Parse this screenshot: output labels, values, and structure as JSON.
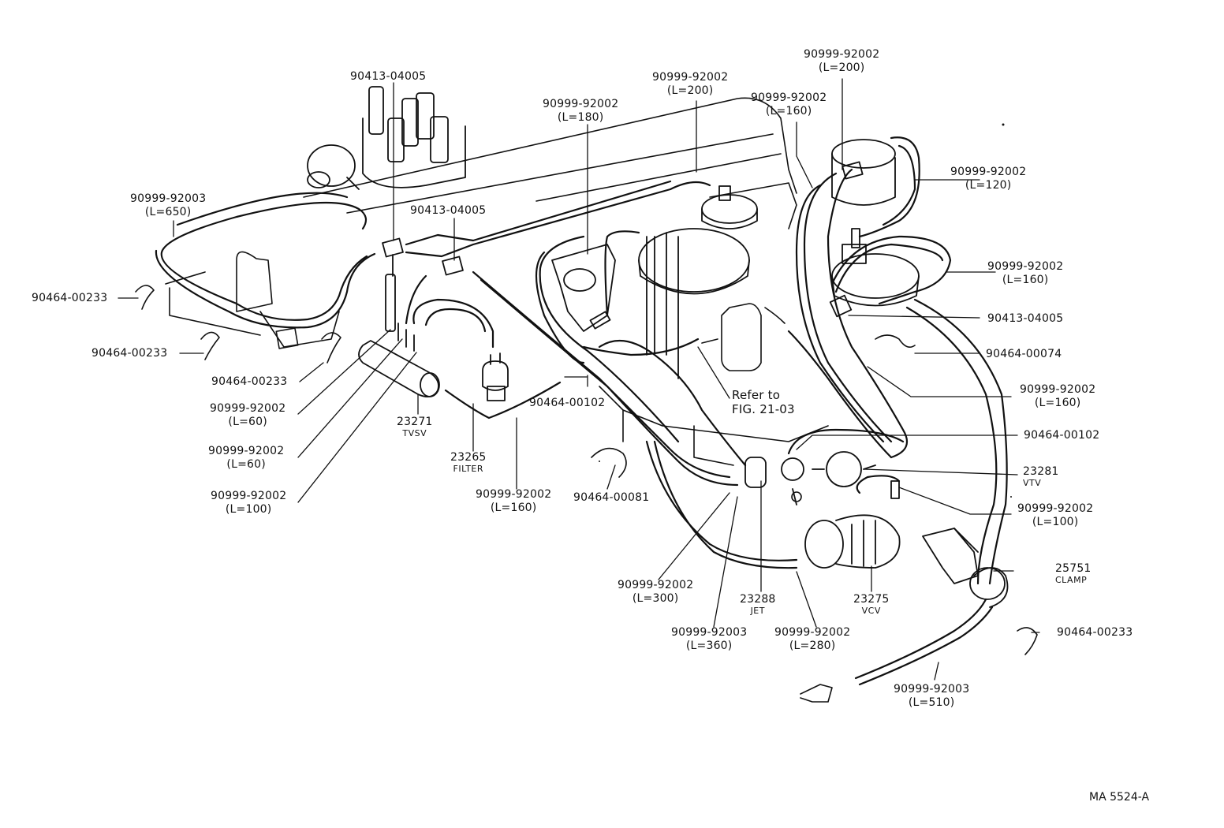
{
  "diagram_id": "MA 5524-A",
  "reference": {
    "line1": "Refer to",
    "line2": "FIG. 21-03"
  },
  "labels": {
    "l01": [
      "90413-04005"
    ],
    "l02": [
      "90999-92002",
      "(L=200)"
    ],
    "l03": [
      "90999-92002",
      "(L=180)"
    ],
    "l04": [
      "90999-92002",
      "(L=200)"
    ],
    "l05": [
      "90999-92002",
      "(L=160)"
    ],
    "l06": [
      "90999-92003",
      "(L=650)"
    ],
    "l07": [
      "90413-04005"
    ],
    "l08": [
      "90999-92002",
      "(L=120)"
    ],
    "l09": [
      "90464-00233"
    ],
    "l10": [
      "90999-92002",
      "(L=160)"
    ],
    "l11": [
      "90413-04005"
    ],
    "l12": [
      "90464-00233"
    ],
    "l13": [
      "90464-00074"
    ],
    "l14": [
      "90464-00233"
    ],
    "l15": [
      "90999-92002",
      "(L=160)"
    ],
    "l16": [
      "90999-92002",
      "(L=60)"
    ],
    "l17": [
      "90464-00102"
    ],
    "l18": [
      "90999-92002",
      "(L=60)"
    ],
    "l19": [
      "23281",
      "VTV"
    ],
    "l20": [
      "90999-92002",
      "(L=100)"
    ],
    "l21": [
      "90999-92002",
      "(L=100)"
    ],
    "l22": [
      "90999-92002",
      "(L=160)"
    ],
    "l23": [
      "90464-00102"
    ],
    "l24": [
      "90464-00081"
    ],
    "l25": [
      "23271",
      "TVSV"
    ],
    "l26": [
      "23265",
      "FILTER"
    ],
    "l27": [
      "25751",
      "CLAMP"
    ],
    "l28": [
      "90999-92002",
      "(L=300)"
    ],
    "l29": [
      "23288",
      "JET"
    ],
    "l30": [
      "23275",
      "VCV"
    ],
    "l31": [
      "90464-00233"
    ],
    "l32": [
      "90999-92003",
      "(L=360)"
    ],
    "l33": [
      "90999-92002",
      "(L=280)"
    ],
    "l34": [
      "90999-92003",
      "(L=510)"
    ]
  }
}
